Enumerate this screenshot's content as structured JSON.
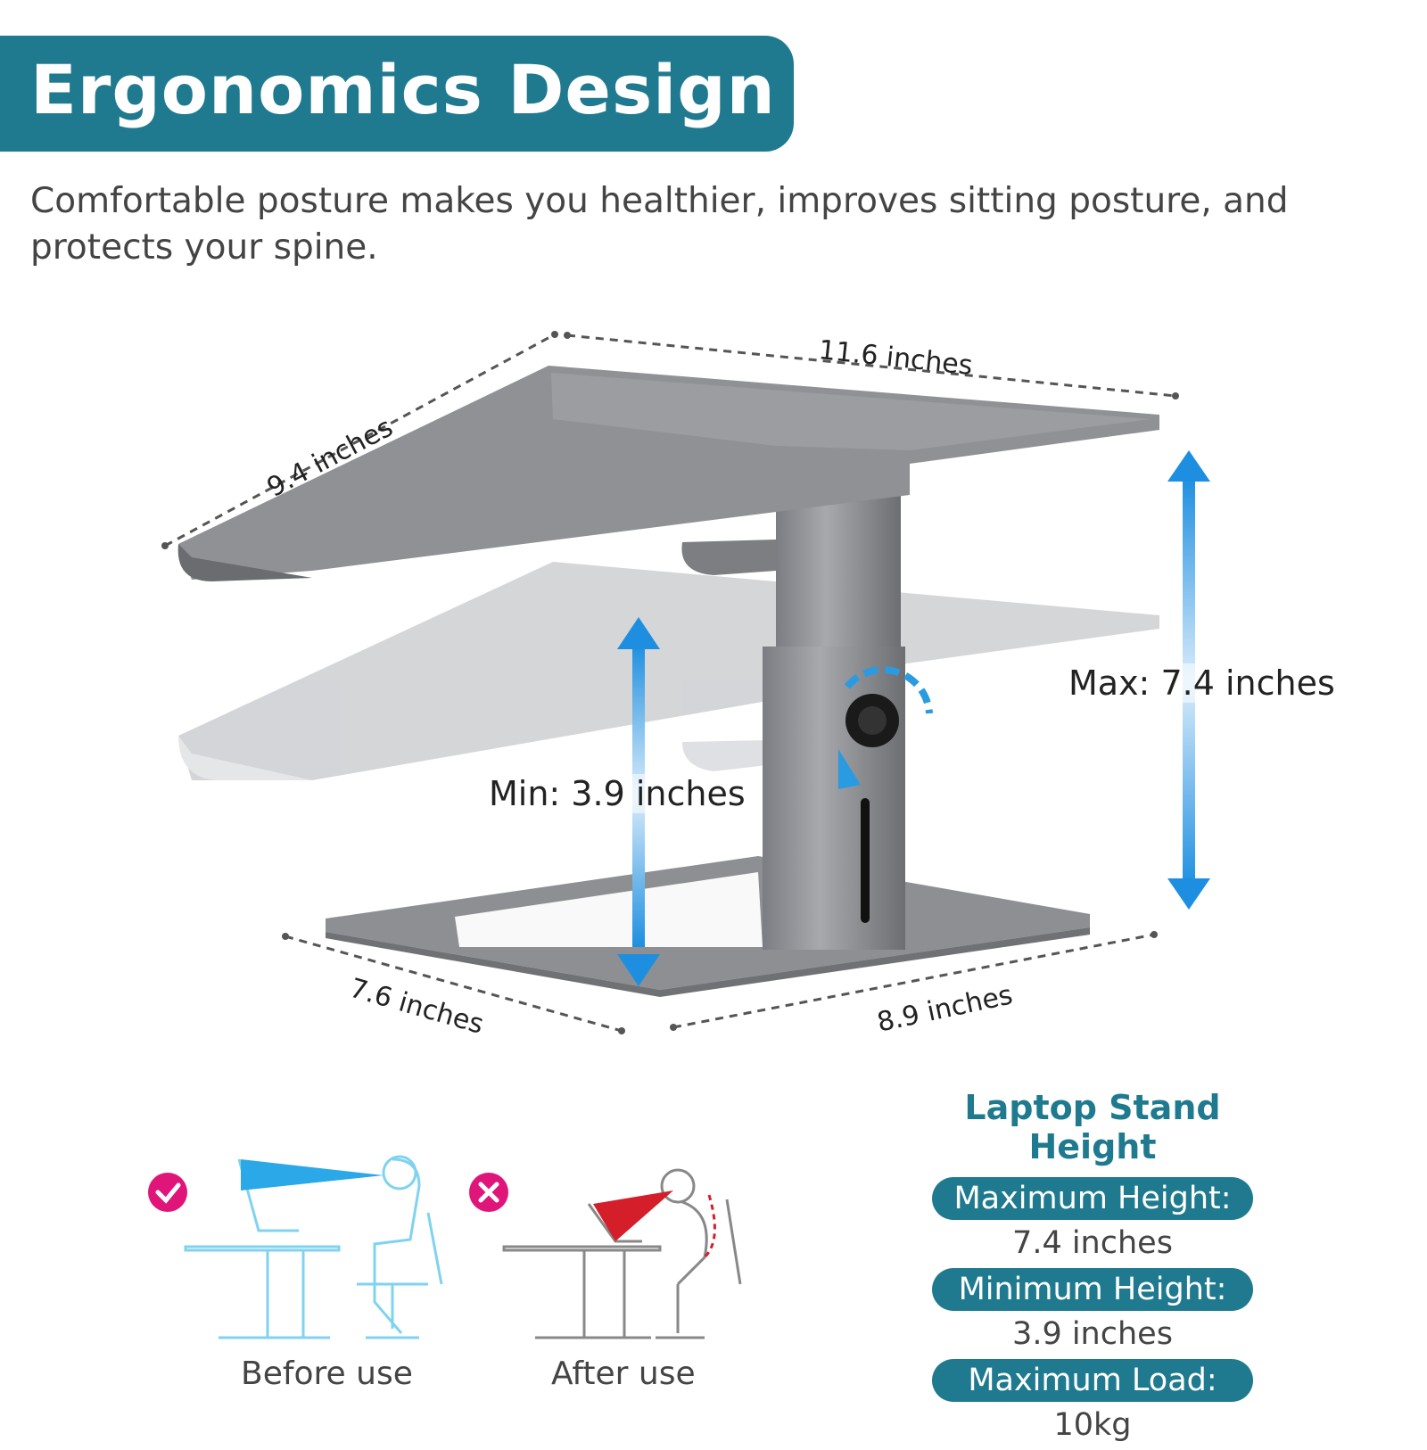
{
  "header": {
    "title": "Ergonomics Design"
  },
  "subtitle": "Comfortable posture makes you healthier, improves sitting posture, and protects your spine.",
  "dimensions": {
    "top_depth": "9.4 inches",
    "top_width": "11.6 inches",
    "base_depth": "7.6 inches",
    "base_width": "8.9 inches",
    "min_label": "Min: 3.9 inches",
    "max_label": "Max: 7.4 inches"
  },
  "comparison": {
    "before_caption": "Before use",
    "after_caption": "After use"
  },
  "specs": {
    "title": "Laptop Stand Height",
    "items": [
      {
        "label": "Maximum Height:",
        "value": "7.4 inches"
      },
      {
        "label": "Minimum Height:",
        "value": "3.9 inches"
      },
      {
        "label": "Maximum Load:",
        "value": "10kg"
      }
    ]
  },
  "colors": {
    "brand": "#1f7a8f",
    "arrow": "#2a9be0",
    "check": "#e0157a",
    "stand": "#8a8c90"
  }
}
